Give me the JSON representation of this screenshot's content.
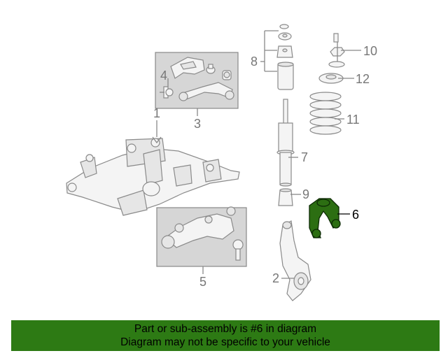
{
  "diagram": {
    "callouts": {
      "c1": "1",
      "c2": "2",
      "c3": "3",
      "c4": "4",
      "c5": "5",
      "c6": "6",
      "c7": "7",
      "c8": "8",
      "c9": "9",
      "c10": "10",
      "c11": "11",
      "c12": "12"
    },
    "highlighted_part": "6",
    "highlight_color": "#2c6e12"
  },
  "banner": {
    "line1": "Part or sub-assembly is #6 in diagram",
    "line2": "Diagram may not be specific to your vehicle",
    "background": "#2d7a14"
  }
}
